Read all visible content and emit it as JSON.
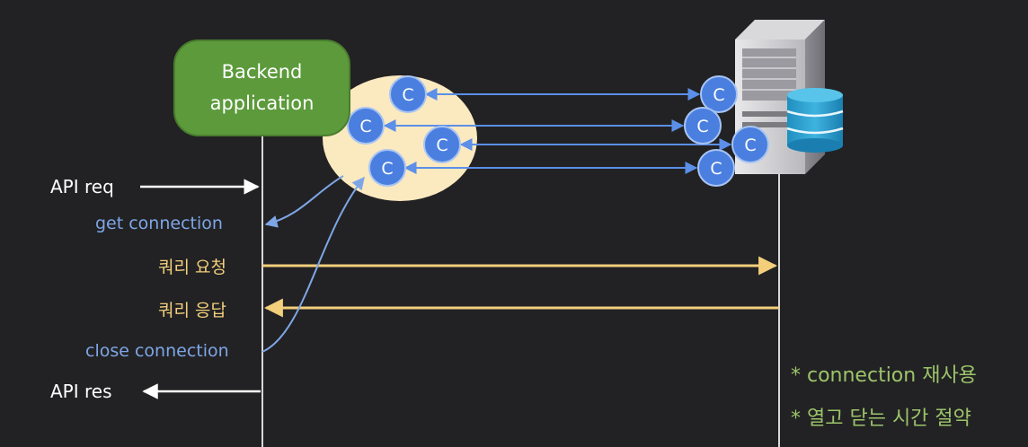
{
  "backend": {
    "line1": "Backend",
    "line2": "application"
  },
  "connection_label": "C",
  "left_labels": {
    "api_req": "API req",
    "get_connection": "get connection",
    "query_request": "쿼리 요청",
    "query_response": "쿼리 응답",
    "close_connection": "close connection",
    "api_res": "API res"
  },
  "notes": [
    "* connection 재사용",
    "* 열고 닫는 시간 절약"
  ],
  "icons": {
    "server": "server-tower-icon",
    "database": "database-cylinder-icon"
  },
  "colors": {
    "background": "#222224",
    "backend_box": "#5c9a3b",
    "pool": "#fbe9c0",
    "connection": "#4a7fe0",
    "blue_arrow": "#7ea6e6",
    "yellow_arrow": "#f3cf7c",
    "note_green": "#9cc46a",
    "lifeline": "#d8d8d8"
  }
}
